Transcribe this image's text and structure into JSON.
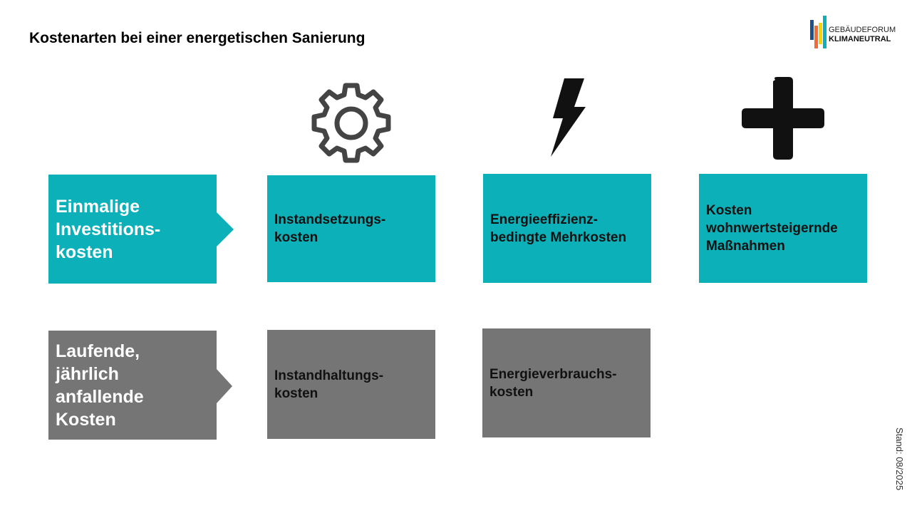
{
  "title": "Kostenarten bei einer energetischen Sanierung",
  "logo": {
    "line1": "GEBÄUDEFORUM",
    "line2": "KLIMANEUTRAL",
    "colors": [
      "#1d4f91",
      "#f26b3a",
      "#f5d400",
      "#0bb0b8"
    ]
  },
  "colors": {
    "teal": "#0bb0b8",
    "grey": "#757575"
  },
  "icons": [
    "gear-icon",
    "lightning-icon",
    "plus-icon"
  ],
  "rows": [
    {
      "label": "Einmalige\nInvestitions-\nkosten",
      "cells": [
        "Instandsetzungs-\nkosten",
        "Energieeffizienz-\nbedingte Mehrkosten",
        "Kosten\nwohnwertsteigernde\nMaßnahmen"
      ]
    },
    {
      "label": "Laufende,\njährlich\nanfallende\nKosten",
      "cells": [
        "Instandhaltungs-\nkosten",
        "Energieverbrauchs-\nkosten"
      ]
    }
  ],
  "stand": "Stand: 08/2025"
}
